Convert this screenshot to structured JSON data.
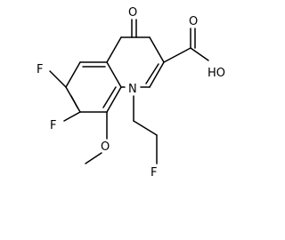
{
  "structure": {
    "atoms": {
      "f6": "F",
      "f7": "F",
      "o4": "O",
      "oh_carboxyl": "HO",
      "o_carbonyl": "O",
      "n1": "N",
      "o_methoxy": "O",
      "f_ethyl": "F"
    }
  }
}
